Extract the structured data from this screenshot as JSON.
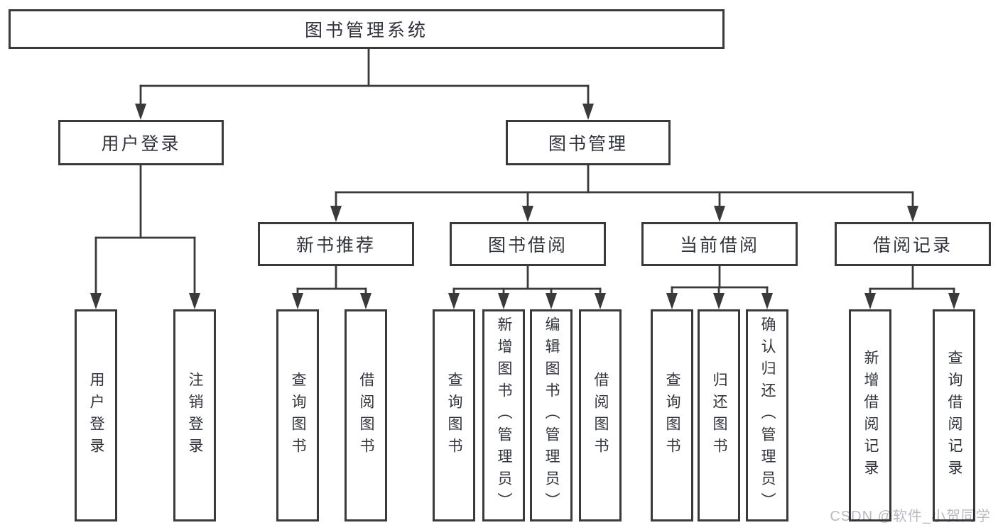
{
  "diagram": {
    "root_label": "图书管理系统",
    "level1": [
      {
        "label": "用户登录",
        "children": [
          {
            "label": "用户登录"
          },
          {
            "label": "注销登录"
          }
        ]
      },
      {
        "label": "图书管理",
        "children": [
          {
            "label": "新书推荐",
            "children": [
              {
                "label": "查询图书"
              },
              {
                "label": "借阅图书"
              }
            ]
          },
          {
            "label": "图书借阅",
            "children": [
              {
                "label": "查询图书"
              },
              {
                "label": "新增图书（管理员）"
              },
              {
                "label": "编辑图书（管理员）"
              },
              {
                "label": "借阅图书"
              }
            ]
          },
          {
            "label": "当前借阅",
            "children": [
              {
                "label": "查询图书"
              },
              {
                "label": "归还图书"
              },
              {
                "label": "确认归还（管理员）"
              }
            ]
          },
          {
            "label": "借阅记录",
            "children": [
              {
                "label": "新增借阅记录"
              },
              {
                "label": "查询借阅记录"
              }
            ]
          }
        ]
      }
    ]
  },
  "watermark": {
    "text": "CSDN @软件_小贺同学"
  },
  "colors": {
    "line": "#3a3a3a",
    "text": "#30333a",
    "watermark": "#b9bac1",
    "background": "#ffffff"
  }
}
